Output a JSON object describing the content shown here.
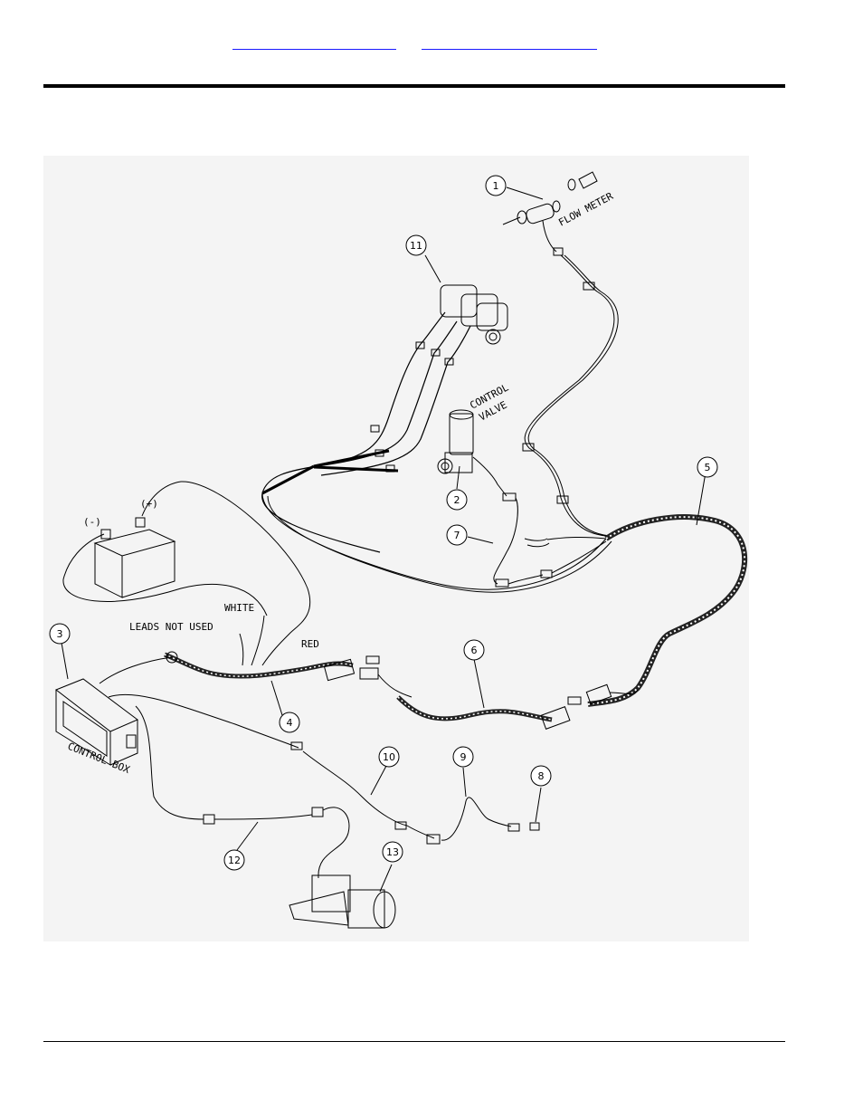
{
  "header": {
    "link_left": "",
    "link_right": ""
  },
  "diagram": {
    "labels": {
      "flow_meter": "FLOW METER",
      "control": "CONTROL",
      "valve": "VALVE",
      "minus": "(-)",
      "plus": "(+)",
      "white": "WHITE",
      "leads_not_used": "LEADS NOT USED",
      "red": "RED",
      "control_box": "CONTROL BOX"
    },
    "callouts": [
      "1",
      "2",
      "3",
      "4",
      "5",
      "6",
      "7",
      "8",
      "9",
      "10",
      "11",
      "12",
      "13"
    ]
  }
}
